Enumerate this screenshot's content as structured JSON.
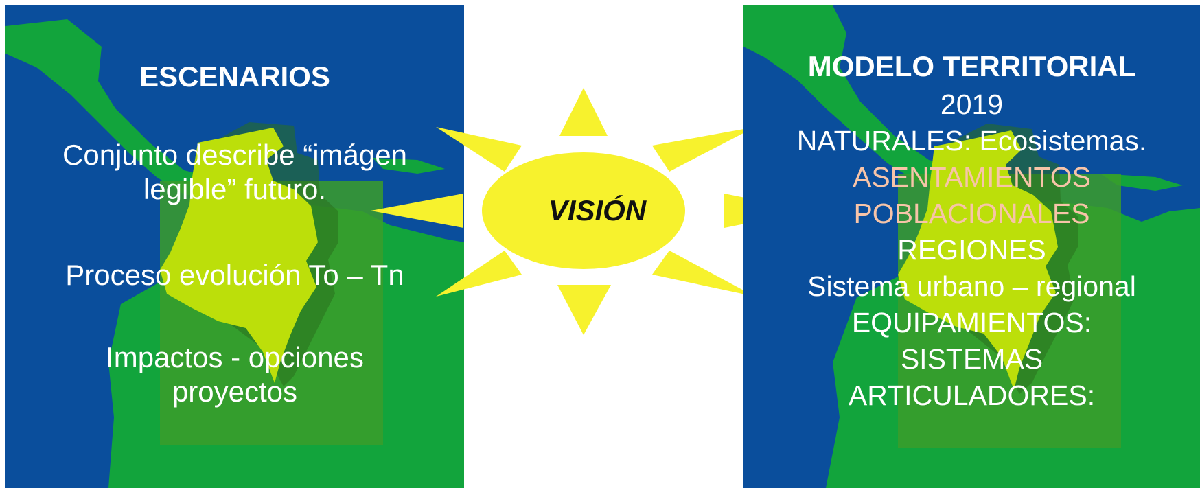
{
  "colors": {
    "sea": "#0a4e9c",
    "land": "#12a43c",
    "colombia": "#bcdf0a",
    "square": "#3b9e2a",
    "sun": "#f7f22d",
    "highlight_text": "#f7c4a8"
  },
  "left_panel": {
    "title": "ESCENARIOS",
    "line1": "Conjunto describe “imágen",
    "line2": "legible” futuro.",
    "line3": "Proceso evolución  To – Tn",
    "line4": "Impactos  - opciones",
    "line5": "proyectos"
  },
  "center": {
    "label": "VISIÓN"
  },
  "right_panel": {
    "title": "MODELO TERRITORIAL",
    "lines": [
      "2019",
      "NATURALES:  Ecosistemas.",
      "ASENTAMIENTOS",
      "POBLACIONALES",
      "REGIONES",
      "Sistema  urbano – regional",
      "EQUIPAMIENTOS:",
      "SISTEMAS",
      "ARTICULADORES:"
    ]
  }
}
